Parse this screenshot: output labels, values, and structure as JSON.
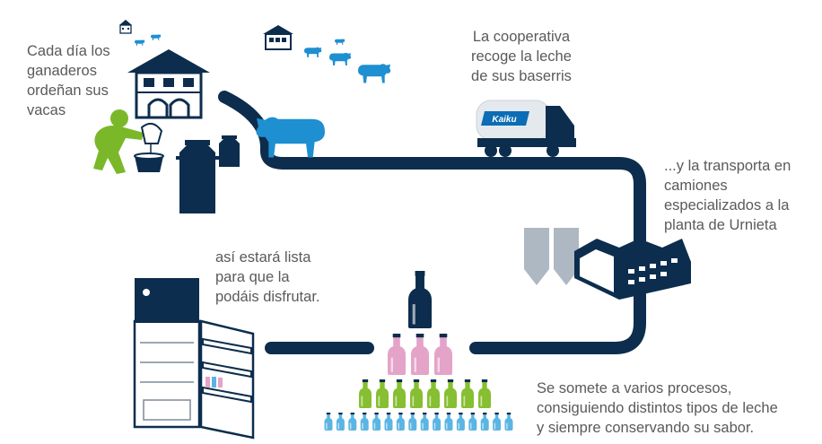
{
  "captions": {
    "milking": [
      "Cada día los",
      "ganaderos",
      "ordeñan sus",
      "vacas"
    ],
    "collect": [
      "La cooperativa",
      "recoge la leche",
      "de sus baserris"
    ],
    "transport": [
      "...y la transporta en",
      "camiones",
      "especializados a la",
      "planta de Urnieta"
    ],
    "ready": [
      "así estará lista",
      "para que la",
      "podáis disfrutar."
    ],
    "process": [
      "Se somete a varios procesos,",
      "consiguiendo distintos tipos de leche",
      "y siempre conservando su sabor."
    ]
  },
  "truck": {
    "brand": "Kaiku"
  },
  "colors": {
    "navy": "#0c2d4d",
    "cow_blue": "#1e8fd0",
    "farmer_green": "#7ab829",
    "bottle_pink": "#e4a3c8",
    "bottle_green": "#86bf31",
    "bottle_blue": "#5bb5e3",
    "silo_gray": "#aeb8c2",
    "text_gray": "#5a5a5a"
  },
  "icons": [
    "farmhouse-icon",
    "cow-icon",
    "farmer-icon",
    "milk-can-icon",
    "truck-icon",
    "silo-icon",
    "factory-icon",
    "bottle-icon",
    "fridge-icon"
  ]
}
